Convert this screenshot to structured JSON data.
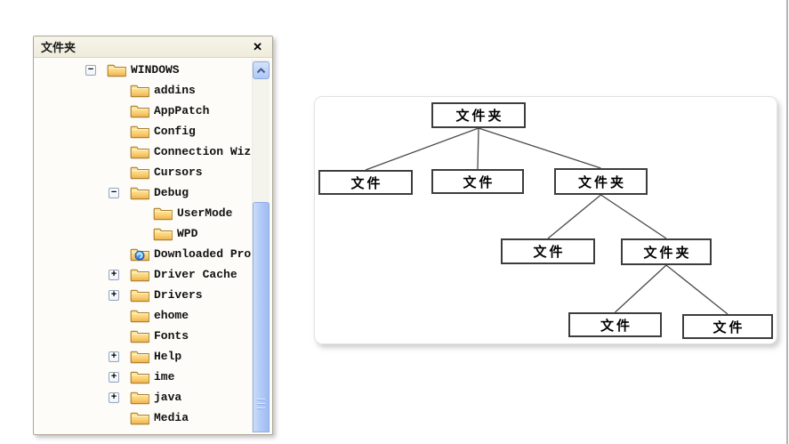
{
  "panel": {
    "title": "文件夹"
  },
  "icons": {
    "close": "✕",
    "plus": "+",
    "minus": "−"
  },
  "tree": {
    "items": [
      {
        "label": "WINDOWS",
        "level": 0,
        "expand": "minus",
        "icon": "folder"
      },
      {
        "label": "addins",
        "level": 1,
        "expand": "",
        "icon": "folder"
      },
      {
        "label": "AppPatch",
        "level": 1,
        "expand": "",
        "icon": "folder"
      },
      {
        "label": "Config",
        "level": 1,
        "expand": "",
        "icon": "folder"
      },
      {
        "label": "Connection Wiz",
        "level": 1,
        "expand": "",
        "icon": "folder"
      },
      {
        "label": "Cursors",
        "level": 1,
        "expand": "",
        "icon": "folder"
      },
      {
        "label": "Debug",
        "level": 1,
        "expand": "minus",
        "icon": "folder"
      },
      {
        "label": "UserMode",
        "level": 2,
        "expand": "",
        "icon": "folder"
      },
      {
        "label": "WPD",
        "level": 2,
        "expand": "",
        "icon": "folder"
      },
      {
        "label": "Downloaded Pro",
        "level": 1,
        "expand": "",
        "icon": "downloaded-program-files"
      },
      {
        "label": "Driver Cache",
        "level": 1,
        "expand": "plus",
        "icon": "folder"
      },
      {
        "label": "Drivers",
        "level": 1,
        "expand": "plus",
        "icon": "folder"
      },
      {
        "label": "ehome",
        "level": 1,
        "expand": "",
        "icon": "folder"
      },
      {
        "label": "Fonts",
        "level": 1,
        "expand": "",
        "icon": "folder"
      },
      {
        "label": "Help",
        "level": 1,
        "expand": "plus",
        "icon": "folder"
      },
      {
        "label": "ime",
        "level": 1,
        "expand": "plus",
        "icon": "folder"
      },
      {
        "label": "java",
        "level": 1,
        "expand": "plus",
        "icon": "folder"
      },
      {
        "label": "Media",
        "level": 1,
        "expand": "",
        "icon": "folder"
      },
      {
        "label": "",
        "level": 1,
        "expand": "",
        "icon": "folder",
        "partial": true
      }
    ]
  },
  "diagram": {
    "nodes": [
      {
        "id": "root",
        "label": "文件夹"
      },
      {
        "id": "c1",
        "label": "文件"
      },
      {
        "id": "c2",
        "label": "文件"
      },
      {
        "id": "c3",
        "label": "文件夹"
      },
      {
        "id": "c3a",
        "label": "文件"
      },
      {
        "id": "c3b",
        "label": "文件夹"
      },
      {
        "id": "c3b1",
        "label": "文件"
      },
      {
        "id": "c3b2",
        "label": "文件"
      }
    ],
    "edges": [
      [
        "root",
        "c1"
      ],
      [
        "root",
        "c2"
      ],
      [
        "root",
        "c3"
      ],
      [
        "c3",
        "c3a"
      ],
      [
        "c3",
        "c3b"
      ],
      [
        "c3b",
        "c3b1"
      ],
      [
        "c3b",
        "c3b2"
      ]
    ]
  },
  "colors": {
    "folder_yellow_light": "#FFE79E",
    "folder_yellow_dark": "#EDB04C",
    "folder_outline": "#A87E2E",
    "scroll_thumb": "#AEC8F6",
    "titlebar_beige": "#F2EFE1",
    "diagram_line": "#4A4A4A"
  }
}
